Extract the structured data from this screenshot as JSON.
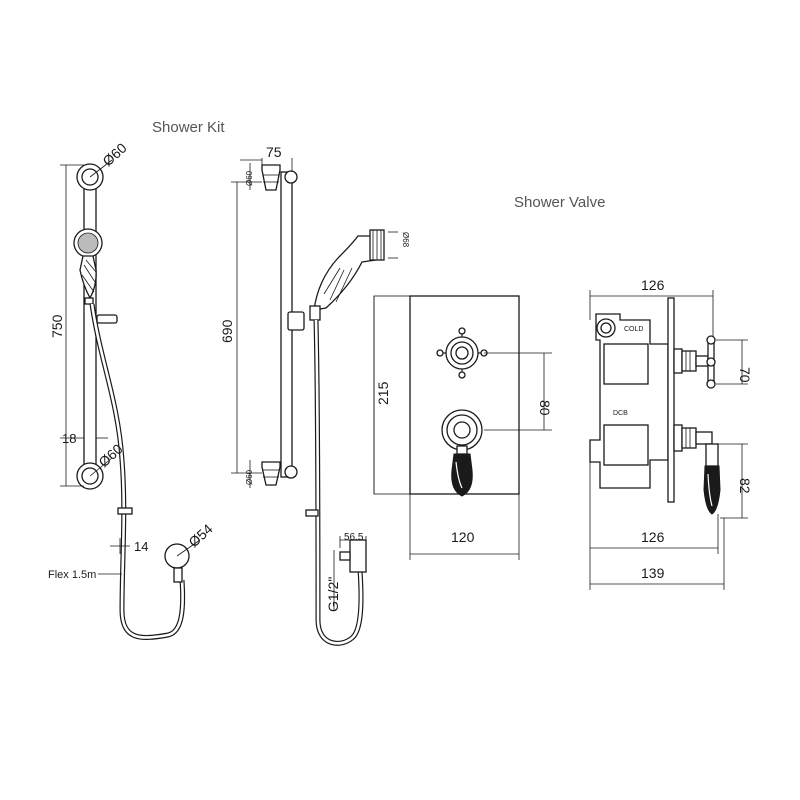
{
  "titles": {
    "kit": "Shower Kit",
    "valve": "Shower Valve"
  },
  "kit_dims": {
    "d60_top": "Ø60",
    "height_750": "750",
    "d18": "18",
    "d60_bottom": "Ø60",
    "d14": "14",
    "d54": "Ø54",
    "flex": "Flex 1.5m",
    "w75": "75",
    "side_d60_top": "Ø60",
    "height_690": "690",
    "side_d60_bottom": "Ø60",
    "handset_d68": "Ø68",
    "d56_5": "56.5",
    "thread": "G1/2\""
  },
  "valve_dims": {
    "h215": "215",
    "d80": "80",
    "w120": "120",
    "w126_top": "126",
    "d70": "70",
    "d82": "82",
    "w126_bottom": "126",
    "w139": "139",
    "cold_label": "COLD",
    "dcb_label": "DCB"
  }
}
